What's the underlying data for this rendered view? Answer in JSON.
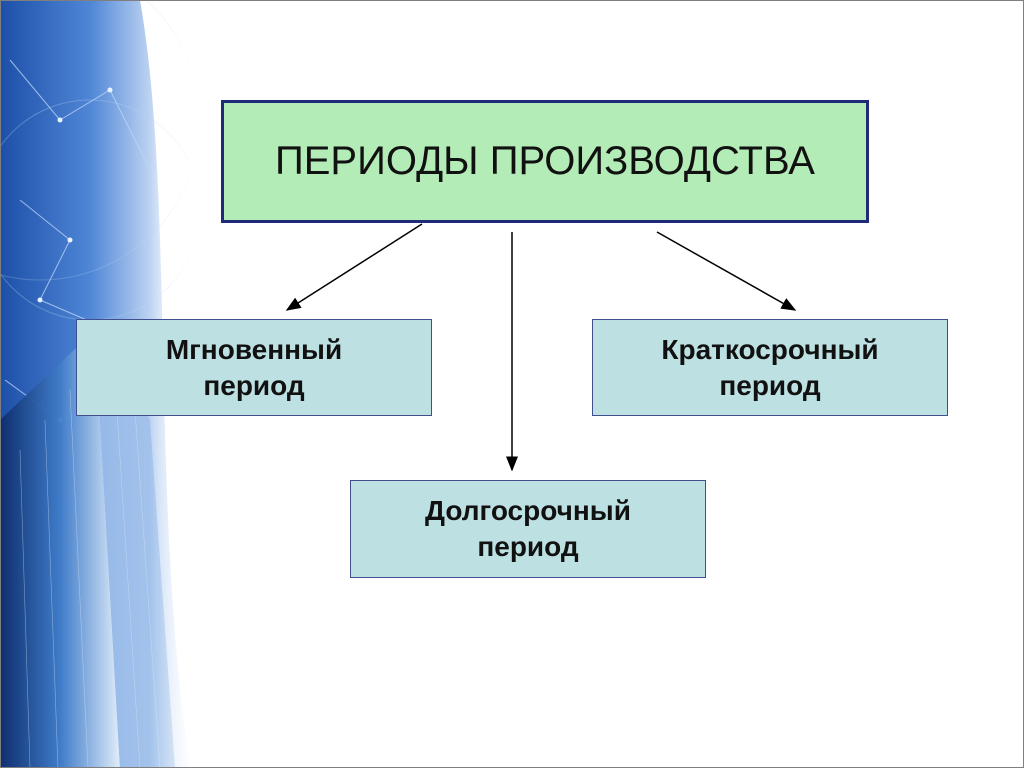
{
  "diagram": {
    "root": {
      "label": "ПЕРИОДЫ ПРОИЗВОДСТВА"
    },
    "children": [
      {
        "id": "instant",
        "label": "Мгновенный\nпериод"
      },
      {
        "id": "short",
        "label": "Краткосрочный\nпериод"
      },
      {
        "id": "long",
        "label": "Долгосрочный\nпериод"
      }
    ]
  },
  "colors": {
    "root_fill": "#b3ecb6",
    "root_border": "#1f2a78",
    "child_fill": "#bde1e3",
    "child_border": "#3f4f8f",
    "arrow": "#000000"
  }
}
